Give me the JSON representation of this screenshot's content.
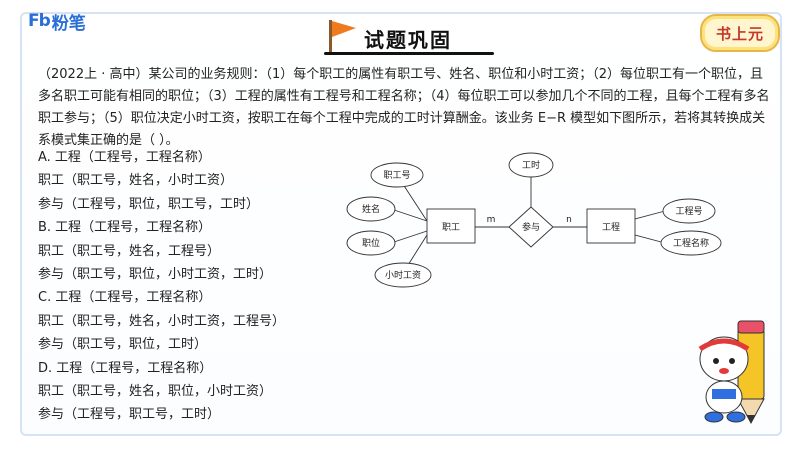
{
  "header": {
    "logo_mark": "Fb",
    "logo_text": "粉笔",
    "title": "试题巩固",
    "badge": "书上元"
  },
  "question": {
    "text": "（2022上 · 高中）某公司的业务规则：（1）每个职工的属性有职工号、姓名、职位和小时工资；（2）每位职工有一个职位，且多名职工可能有相同的职位；（3）工程的属性有工程号和工程名称；（4）每位职工可以参加几个不同的工程，且每个工程有多名职工参与；（5）职位决定小时工资，按职工在每个工程中完成的工时计算酬金。该业务 E−R 模型如下图所示，若将其转换成关系模式集正确的是（ ）。"
  },
  "options": [
    "A. 工程（工程号，工程名称）",
    "职工（职工号，姓名，小时工资）",
    "参与（工程号，职位，职工号，工时）",
    "B. 工程（工程号，工程名称）",
    "职工（职工号，姓名，工程号）",
    "参与（职工号，职位，小时工资，工时）",
    "C. 工程（工程号，工程名称）",
    "职工（职工号，姓名，小时工资，工程号）",
    "参与（职工号，职位，工时）",
    "D. 工程（工程号，工程名称）",
    "职工（职工号，姓名，职位，小时工资）",
    "参与（工程号，职工号，工时）"
  ],
  "diagram": {
    "entity_employee": "职工",
    "entity_project": "工程",
    "relationship": "参与",
    "rel_attribute": "工时",
    "card_left": "m",
    "card_right": "n",
    "emp_attrs": [
      "职工号",
      "姓名",
      "职位",
      "小时工资"
    ],
    "proj_attrs": [
      "工程号",
      "工程名称"
    ]
  },
  "colors": {
    "brand": "#2a6fd8",
    "frame": "#d6e2f5",
    "flag": "#f07a1e",
    "badge_text": "#c4372b"
  }
}
